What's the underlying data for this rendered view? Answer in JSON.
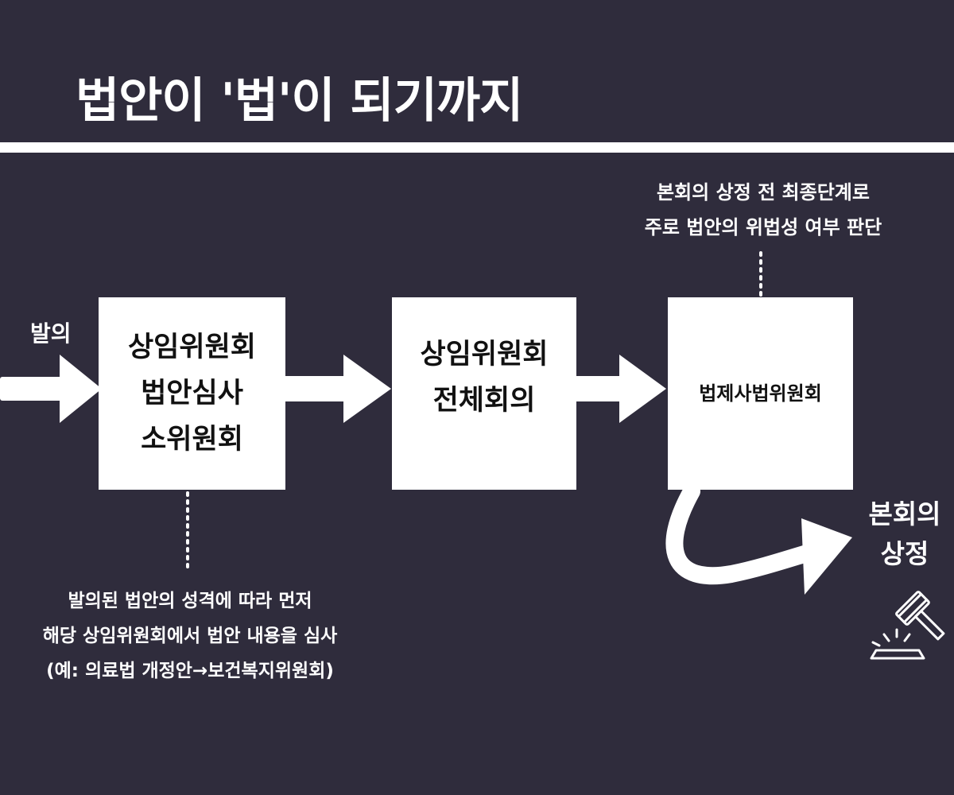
{
  "title": "법안이 '법'이 되기까지",
  "start_label": "발의",
  "steps": [
    {
      "lines": [
        "상임위원회",
        "법안심사",
        "소위원회"
      ]
    },
    {
      "lines": [
        "상임위원회",
        "전체회의"
      ]
    },
    {
      "lines": [
        "법제사법위원회"
      ]
    }
  ],
  "notes": {
    "top": [
      "본회의 상정 전 최종단계로",
      "주로 법안의 위법성 여부 판단"
    ],
    "bottom": [
      "발의된 법안의 성격에 따라 먼저",
      "해당 상임위원회에서 법안 내용을 심사",
      "(예: 의료법 개정안→보건복지위원회)"
    ]
  },
  "end_label": [
    "본회의",
    "상정"
  ],
  "icons": [
    "arrow-right-icon",
    "curved-arrow-icon",
    "gavel-icon"
  ],
  "colors": {
    "background": "#2f2c3c",
    "box": "#ffffff",
    "text": "#ffffff",
    "box_text": "#111111"
  }
}
